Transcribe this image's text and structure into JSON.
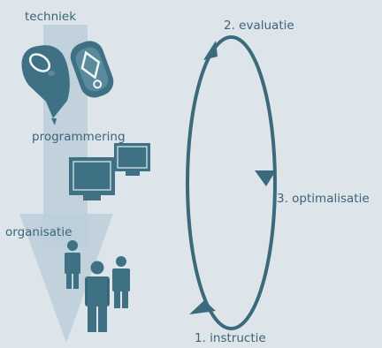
{
  "left_stack": {
    "labels": {
      "techniek": "techniek",
      "programmering": "programmering",
      "organisatie": "organisatie"
    },
    "icons": [
      "remote-controls-icon",
      "monitors-icon",
      "people-icon"
    ]
  },
  "cycle": {
    "labels": {
      "evaluatie": "2. evaluatie",
      "optimalisatie": "3. optimalisatie",
      "instructie": "1. instructie"
    }
  },
  "colors": {
    "background": "#dde5ea",
    "arrow_fill": "#bccfda",
    "icon": "#3e7184",
    "icon_light": "#f1f6f8",
    "cycle_stroke": "#3c6a7d",
    "text": "#3c6377"
  }
}
